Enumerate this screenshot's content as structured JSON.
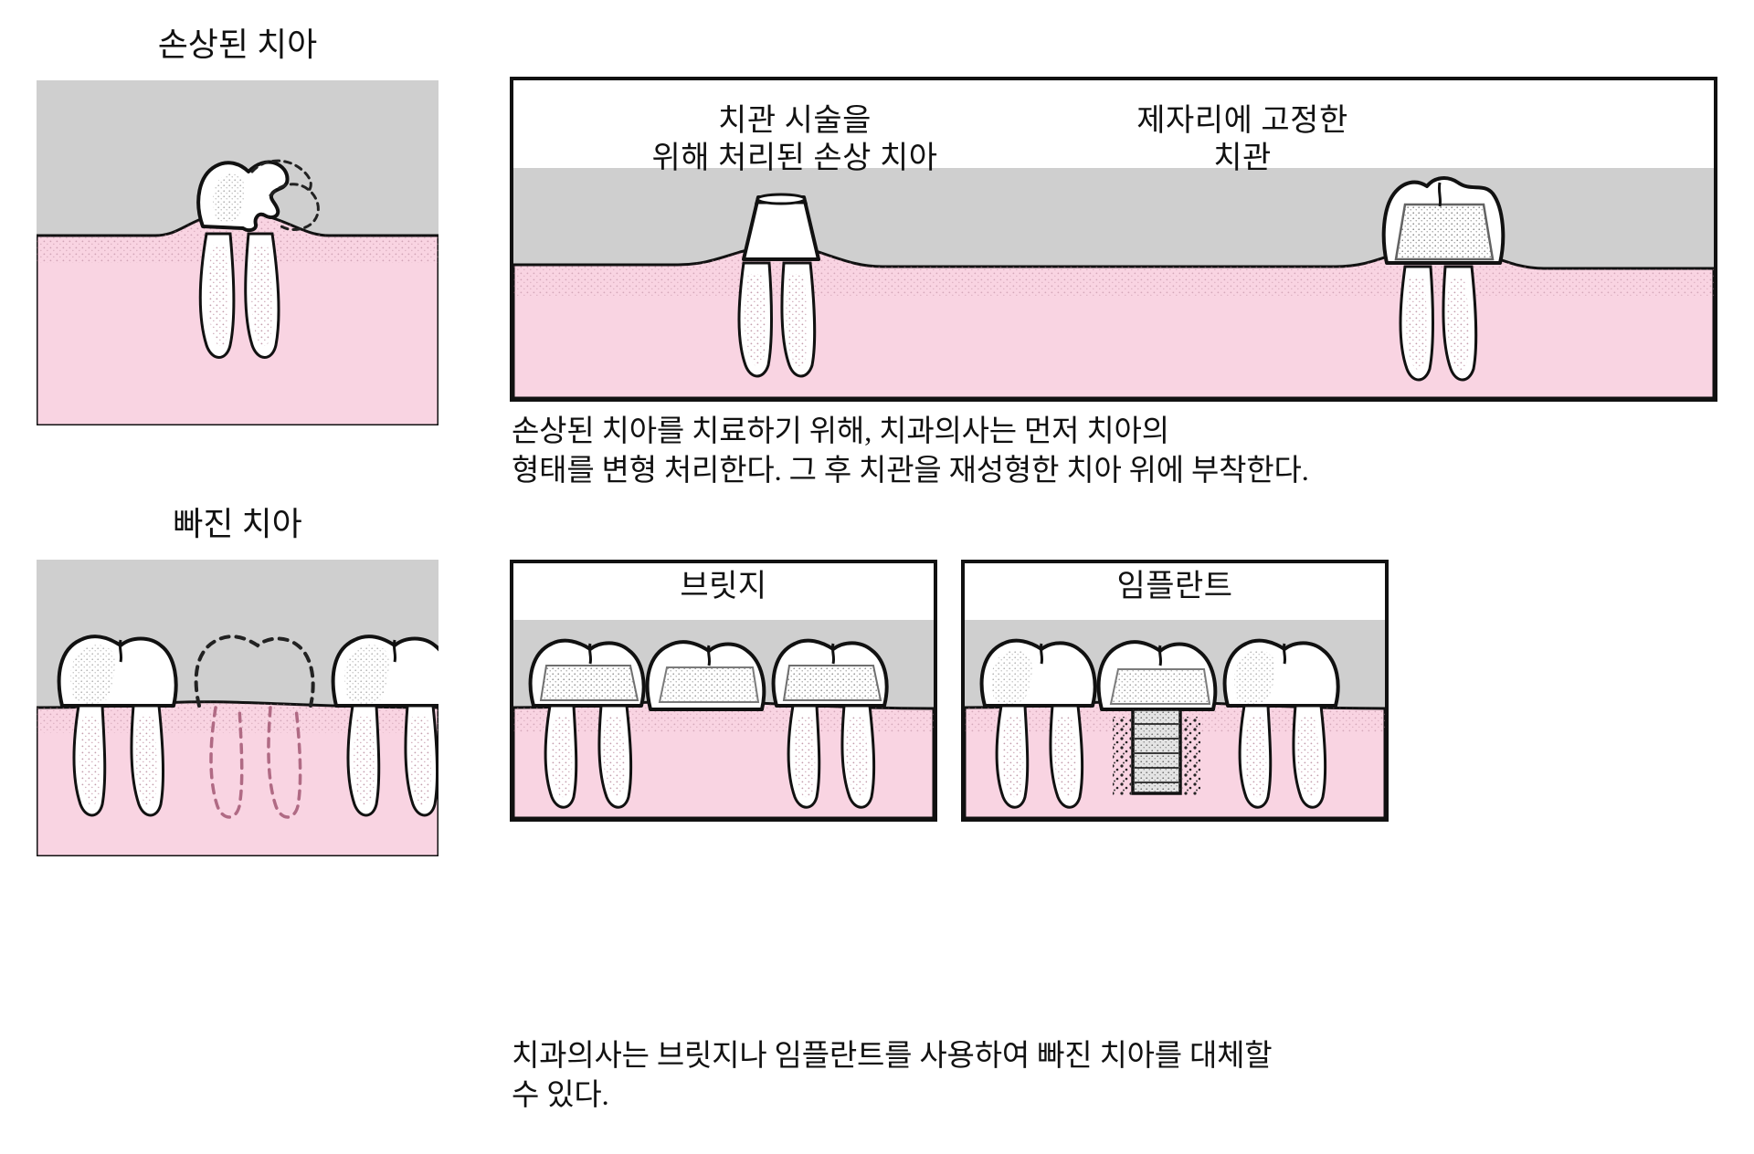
{
  "sections": {
    "damaged": {
      "heading": "손상된 치아",
      "panel_titles": {
        "left": "치관 시술을\n위해 처리된 손상 치아",
        "right": "제자리에 고정한\n치관"
      },
      "caption": "손상된 치아를 치료하기 위해, 치과의사는 먼저 치아의\n형태를 변형 처리한다. 그 후 치관을 재성형한 치아 위에 부착한다."
    },
    "missing": {
      "heading": "빠진 치아",
      "panel_titles": {
        "bridge": "브릿지",
        "implant": "임플란트"
      },
      "caption": "치과의사는 브릿지나 임플란트를 사용하여 빠진 치아를 대체할\n수 있다."
    }
  },
  "colors": {
    "gum": "#f9d4e2",
    "gum_light": "#fbdce8",
    "mouth_gray": "#cfcfcf",
    "outline": "#111111",
    "tooth": "#ffffff",
    "dashed": "#222222"
  },
  "figure_labels": {
    "damaged_tooth_figure": "damaged-tooth-illustration",
    "prepared_tooth_figure": "prepared-tooth-illustration",
    "crown_placed_figure": "crown-in-place-illustration",
    "missing_tooth_figure": "missing-tooth-illustration",
    "bridge_figure": "bridge-illustration",
    "implant_figure": "implant-illustration"
  }
}
